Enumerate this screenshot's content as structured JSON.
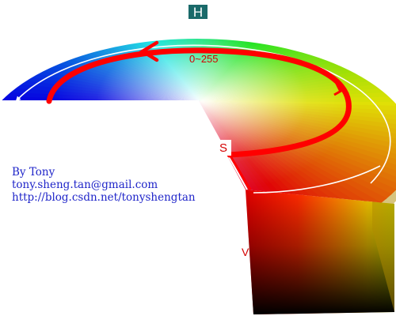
{
  "diagram": {
    "labels": {
      "hue": "H",
      "range": "0~255",
      "saturation": "S",
      "value": "V"
    },
    "colors": {
      "arrow": "#ff0000",
      "label_text": "#d40000",
      "guide_line": "#ffffff",
      "credit_text": "#1f25c9"
    }
  },
  "credit": {
    "author": "By Tony",
    "email": "tony.sheng.tan@gmail.com",
    "url": "http://blog.csdn.net/tonyshengtan"
  }
}
